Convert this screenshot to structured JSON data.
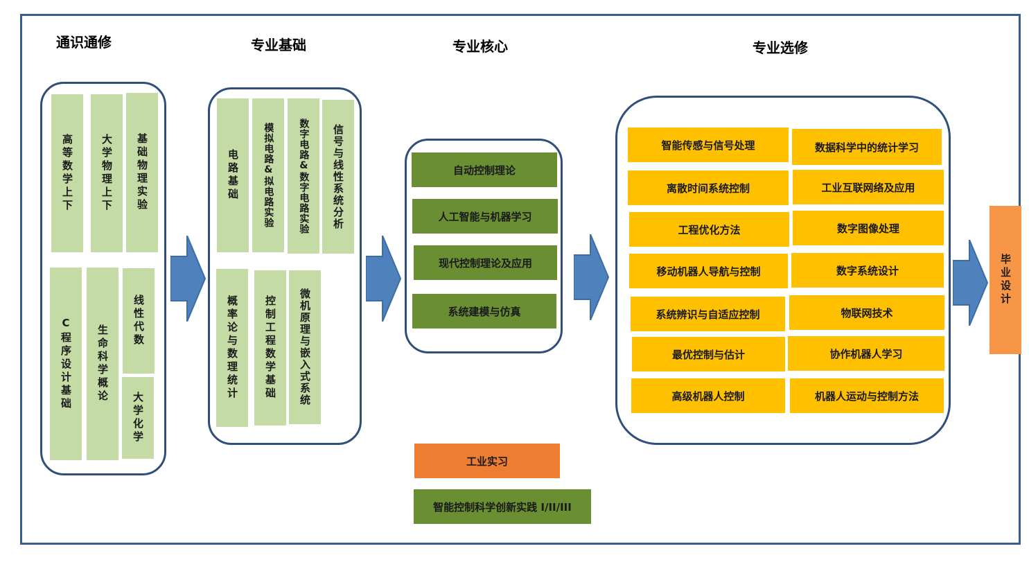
{
  "headings": {
    "general": "通识通修",
    "foundation": "专业基础",
    "core": "专业核心",
    "elective": "专业选修"
  },
  "general_courses": [
    "高等数学上下",
    "大学物理上下",
    "基础物理实验",
    "C程序设计基础",
    "生命科学概论",
    "线性代数",
    "大学化学"
  ],
  "foundation_courses": [
    "电路基础",
    "模拟电路&拟电路实验",
    "数字电路&数字电路实验",
    "信号与线性系统分析",
    "概率论与数理统计",
    "控制工程数学基础",
    "微机原理与嵌入式系统"
  ],
  "core_courses": [
    "自动控制理论",
    "人工智能与机器学习",
    "现代控制理论及应用",
    "系统建模与仿真"
  ],
  "elective_courses": [
    "智能传感与信号处理",
    "数据科学中的统计学习",
    "离散时间系统控制",
    "工业互联网络及应用",
    "工程优化方法",
    "数字图像处理",
    "移动机器人导航与控制",
    "数字系统设计",
    "系统辨识与自适应控制",
    "物联网技术",
    "最优控制与估计",
    "协作机器人学习",
    "高级机器人控制",
    "机器人运动与控制方法"
  ],
  "practice": {
    "internship": "工业实习",
    "innovation": "智能控制科学创新实践 I/II/III"
  },
  "final": "毕业设计",
  "colors": {
    "frame": "#3a5f8f",
    "light_green": "#c5dba5",
    "dark_green": "#6a8e32",
    "yellow": "#ffc000",
    "orange": "#ed7d31",
    "arrow_blue": "#4f81bd"
  },
  "icons": [
    "right-arrow-icon"
  ]
}
